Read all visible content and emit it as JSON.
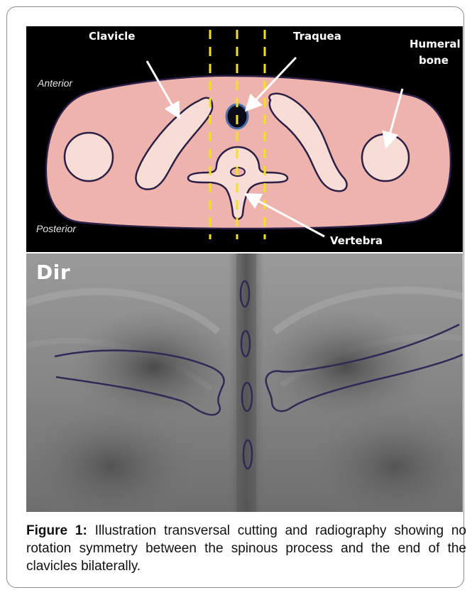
{
  "illustration": {
    "labels": {
      "clavicle": "Clavicle",
      "traquea": "Traquea",
      "humeral_line1": "Humeral",
      "humeral_line2": "bone",
      "anterior": "Anterior",
      "posterior": "Posterior",
      "vertebra": "Vertebra"
    },
    "colors": {
      "background": "#000000",
      "body_fill": "#efb3ad",
      "bone_fill": "#f8dcd6",
      "outline": "#2b1f46",
      "guide_lines": "#f2e21c",
      "arrows": "#ffffff"
    }
  },
  "radiograph": {
    "label": "Dir",
    "outline_color": "#2e2a55"
  },
  "caption": {
    "label": "Figure 1:",
    "text": " Illustration transversal cutting and radiography showing no rotation symmetry between the spinous process and the end of the clavicles bilaterally."
  }
}
